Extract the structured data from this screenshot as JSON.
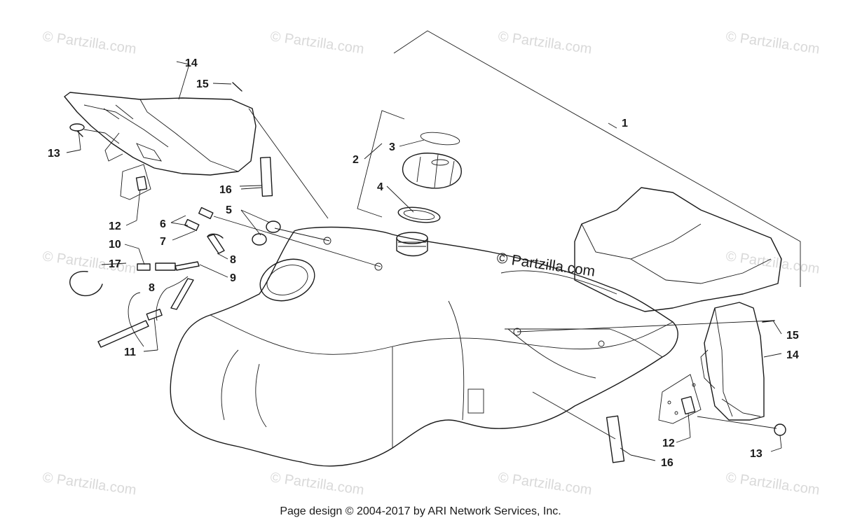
{
  "watermark": "© Partzilla.com",
  "watermark_center": "© Partzilla.com",
  "footer": "Page design © 2004-2017 by ARI Network Services, Inc.",
  "callouts": [
    "1",
    "2",
    "3",
    "4",
    "5",
    "6",
    "7",
    "8",
    "8",
    "9",
    "10",
    "11",
    "12",
    "12",
    "13",
    "13",
    "14",
    "14",
    "15",
    "15",
    "16",
    "16",
    "17"
  ]
}
